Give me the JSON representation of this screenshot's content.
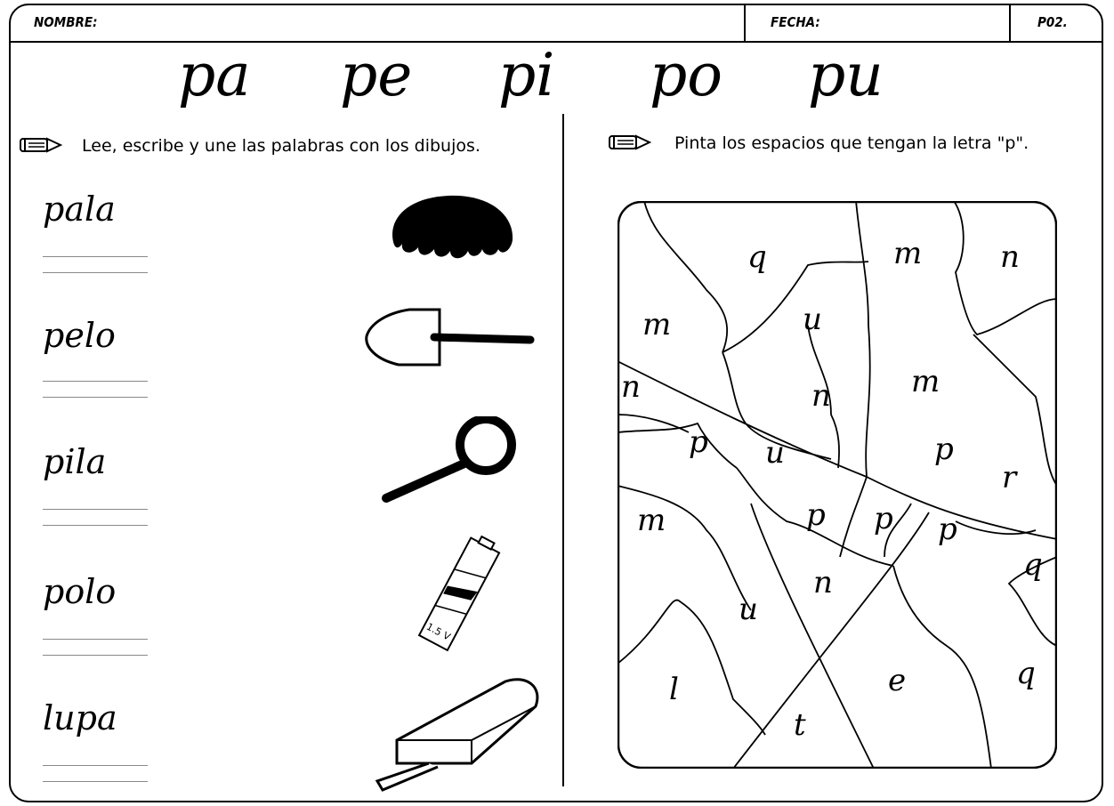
{
  "header": {
    "nombre_label": "NOMBRE:",
    "fecha_label": "FECHA:",
    "code": "P02."
  },
  "syllables": [
    "pa",
    "pe",
    "pi",
    "po",
    "pu"
  ],
  "left": {
    "instruction": "Lee, escribe y une las palabras con los dibujos.",
    "words": [
      "pala",
      "pelo",
      "pila",
      "polo",
      "lupa"
    ],
    "pictures": [
      "hair-picture",
      "shovel-picture",
      "magnifier-picture",
      "battery-picture",
      "popsicle-picture"
    ],
    "battery_label": "1.5 V"
  },
  "right": {
    "instruction": "Pinta los espacios que tengan la letra \"p\".",
    "letters": [
      "q",
      "m",
      "n",
      "m",
      "u",
      "n",
      "n",
      "m",
      "p",
      "u",
      "p",
      "r",
      "m",
      "p",
      "p",
      "p",
      "q",
      "n",
      "u",
      "l",
      "e",
      "q",
      "t"
    ]
  }
}
